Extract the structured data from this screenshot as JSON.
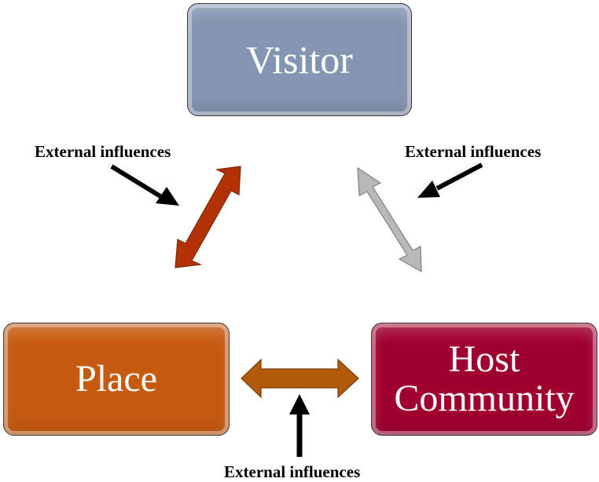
{
  "nodes": {
    "visitor": "Visitor",
    "place": "Place",
    "host_line1": "Host",
    "host_line2": "Community"
  },
  "influence_labels": {
    "left": "External influences",
    "right": "External influences",
    "bottom": "External influences"
  },
  "colors": {
    "visitor": "#8495b1",
    "place": "#c65a10",
    "host_community": "#a0002e",
    "arrow_visitor_place": "#b33205",
    "arrow_visitor_host": "#b9b9b9",
    "arrow_place_host": "#b05a0a",
    "influence_arrow": "#000000"
  }
}
